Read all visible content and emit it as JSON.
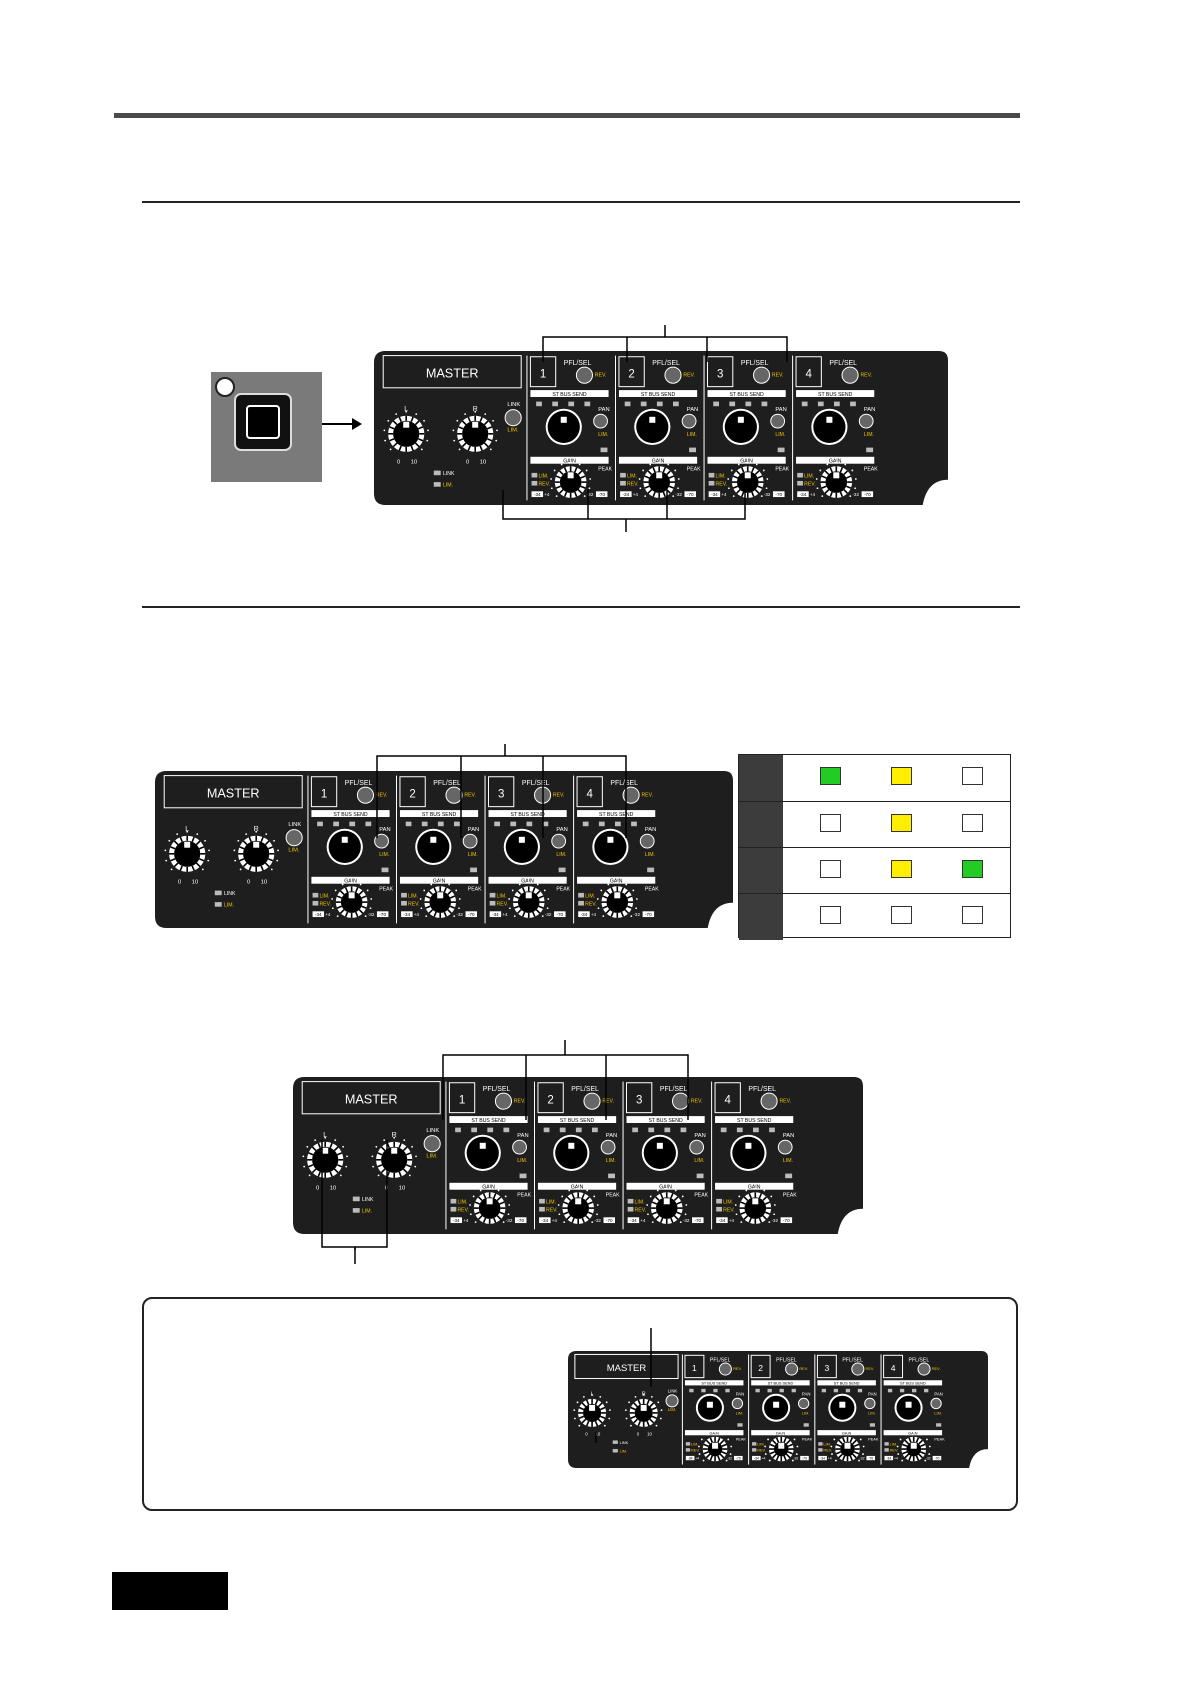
{
  "panel": {
    "master_label": "MASTER",
    "link_label": "LINK",
    "lim_label": "LIM.",
    "pan_label": "PAN",
    "peak_label": "PEAK",
    "gain_label": "GAIN",
    "rev_label": "REV.",
    "pfl_label": "PFL/SEL",
    "st_bus_send_label": "ST BUS SEND",
    "knob_l": "L",
    "knob_r": "R",
    "scale_0": "0",
    "scale_10": "10",
    "gain_low": "-34",
    "gain_low2": "+4",
    "gain_high": "-32",
    "gain_high2": "-70",
    "channels": [
      "1",
      "2",
      "3",
      "4"
    ]
  },
  "legend": {
    "rows": [
      {
        "colors": [
          "#22cc22",
          "#ffee00",
          "#ffffff"
        ]
      },
      {
        "colors": [
          "#ffffff",
          "#ffee00",
          "#ffffff"
        ]
      },
      {
        "colors": [
          "#ffffff",
          "#ffee00",
          "#22cc22"
        ]
      },
      {
        "colors": [
          "#ffffff",
          "#ffffff",
          "#ffffff"
        ]
      }
    ]
  },
  "colors": {
    "panel_bg": "#1e1e1e",
    "accent_yellow": "#f5c400",
    "legend_green": "#22cc22",
    "legend_yellow": "#ffee00"
  }
}
